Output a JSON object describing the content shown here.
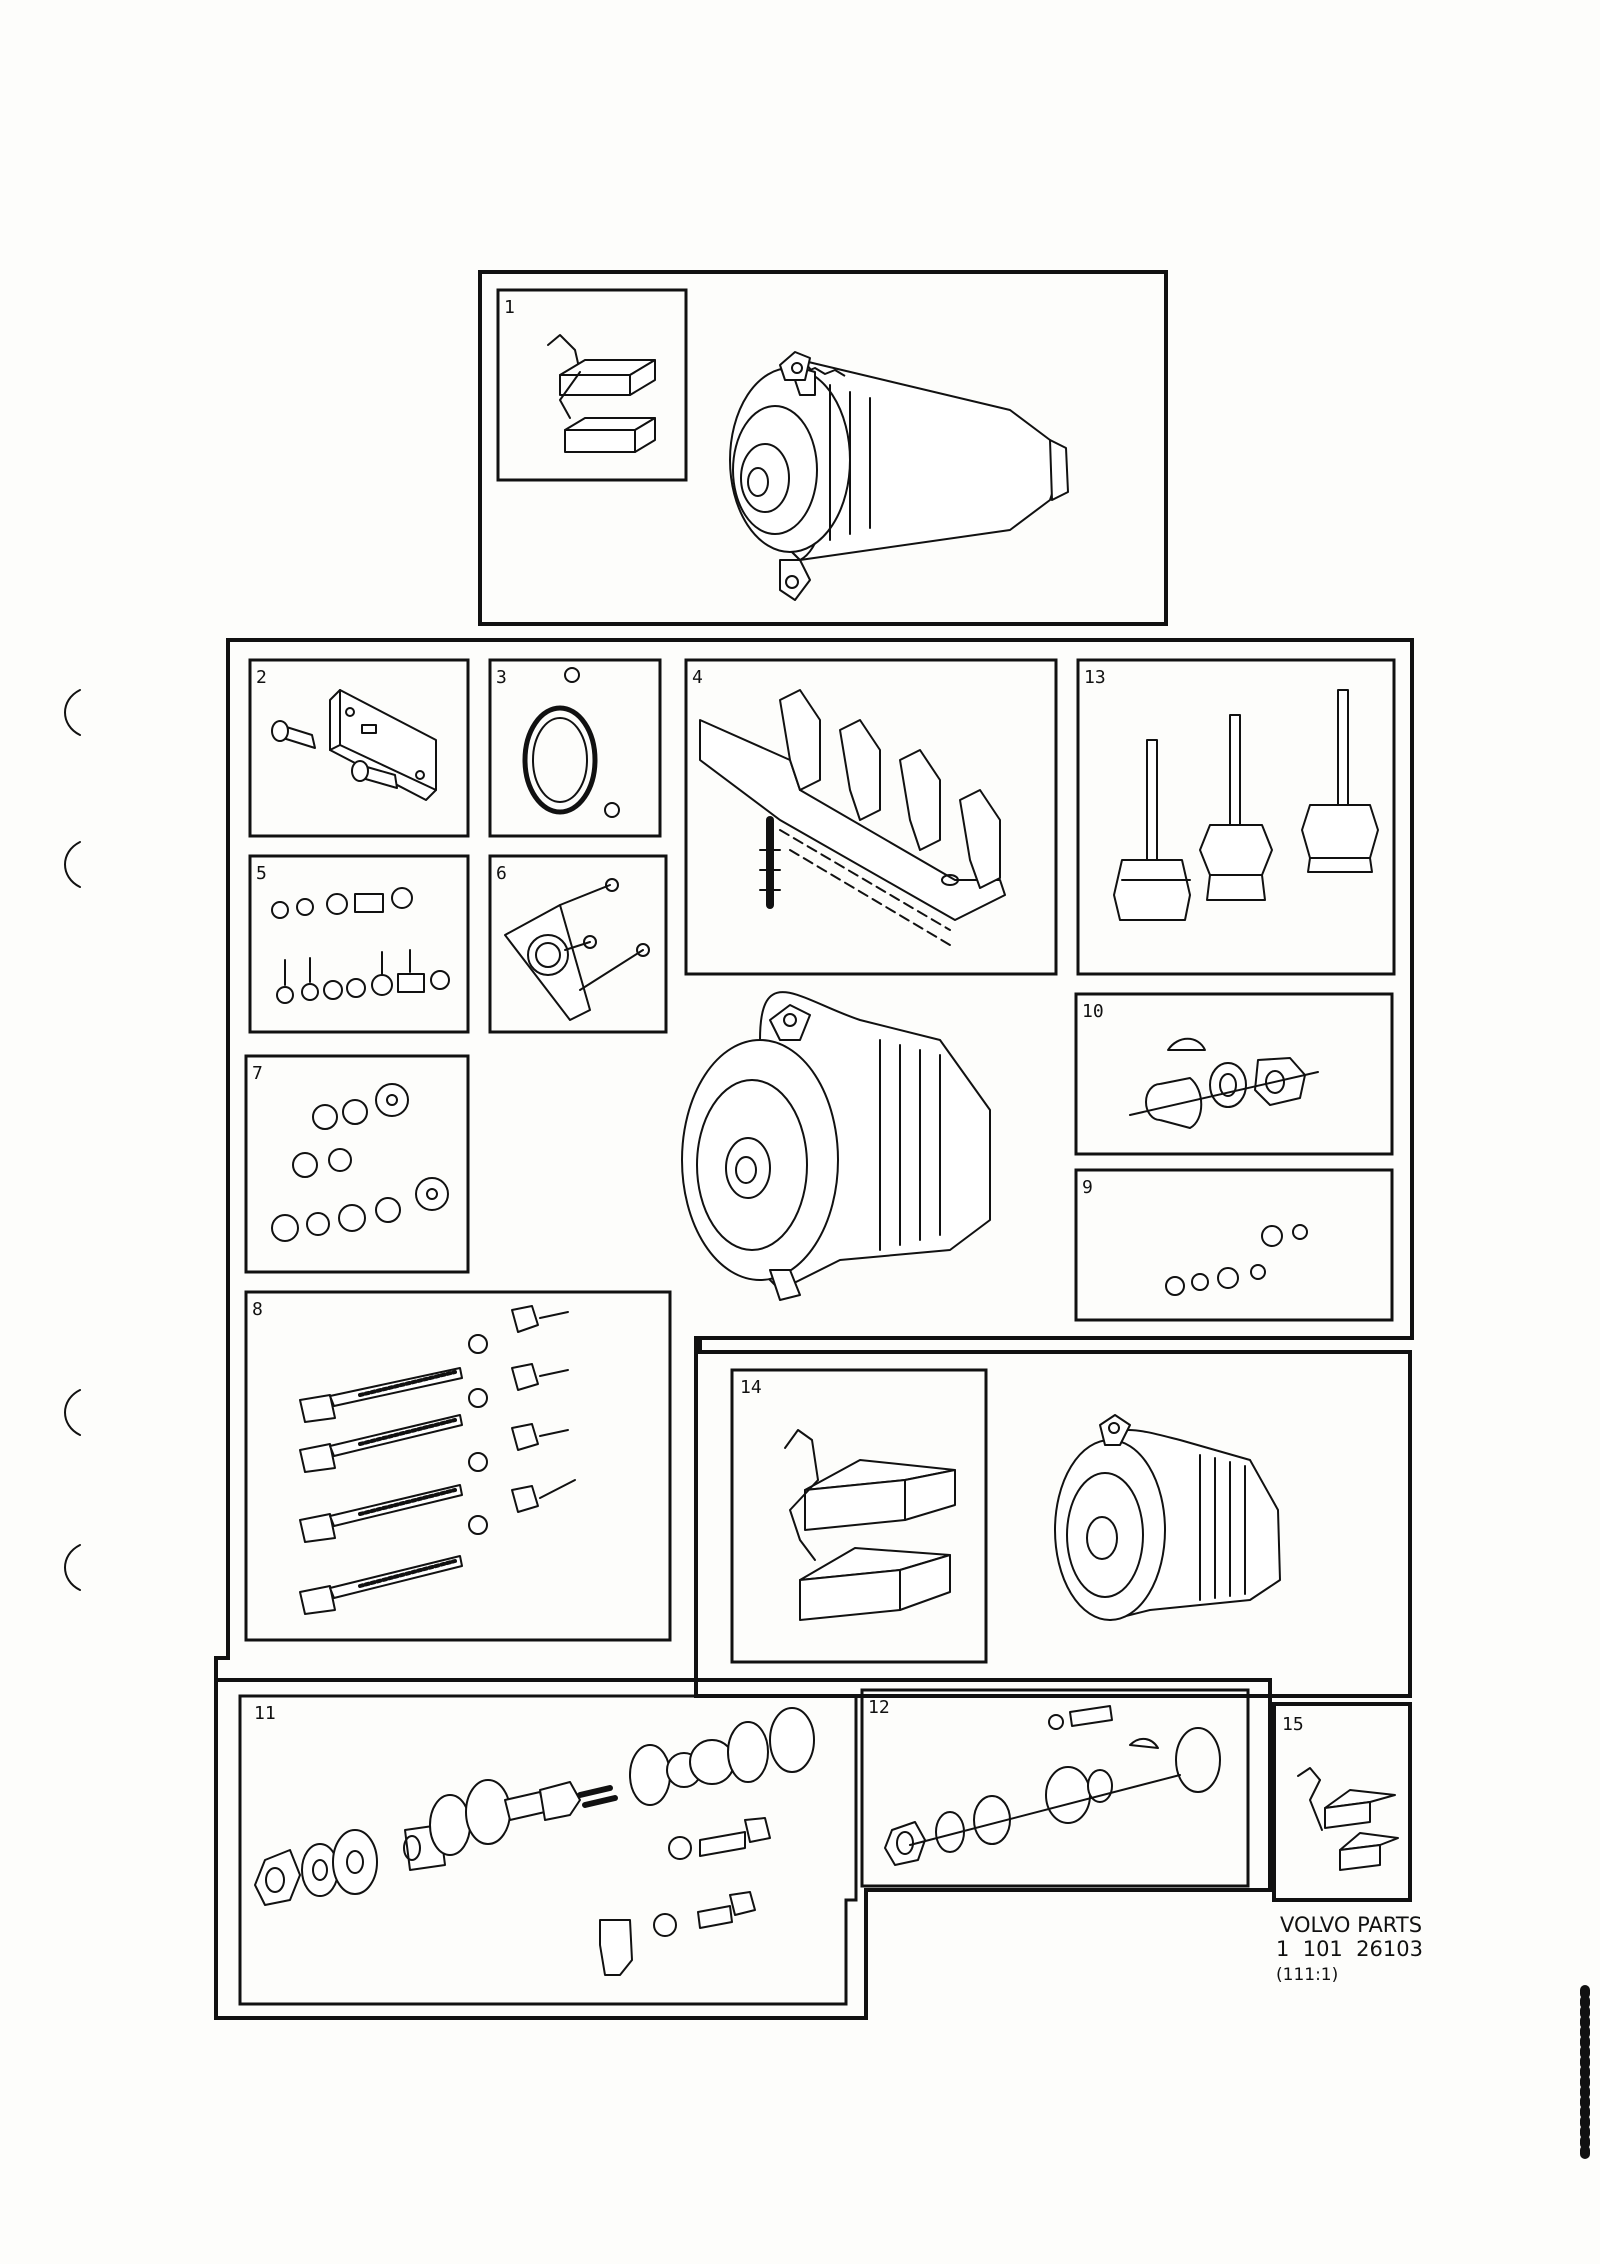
{
  "callouts": [
    "1",
    "2",
    "3",
    "4",
    "5",
    "6",
    "7",
    "8",
    "9",
    "10",
    "11",
    "12",
    "13",
    "14",
    "15"
  ],
  "caption": {
    "line1": "VOLVO PARTS",
    "line2": "1  101  26103",
    "line3": "(111:1)"
  },
  "colors": {
    "ink": "#111111",
    "paper": "#fdfdfb"
  }
}
